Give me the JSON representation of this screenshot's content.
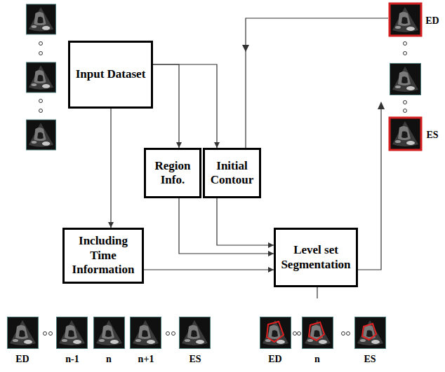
{
  "diagram": {
    "nodes": [
      {
        "text": [
          "Input Dataset"
        ]
      },
      {
        "text": [
          "Region Info."
        ]
      },
      {
        "text": [
          "Initial Contour"
        ]
      },
      {
        "text": [
          "Including Time Information"
        ]
      },
      {
        "text": [
          "Level set Segmentation"
        ]
      }
    ],
    "edges": [
      {
        "from": 0,
        "to": 1,
        "arrow": "to"
      },
      {
        "from": 0,
        "to": 2,
        "arrow": "to"
      },
      {
        "from": 0,
        "to": 3,
        "arrow": "to"
      },
      {
        "from": 1,
        "to": 4,
        "arrow": "to"
      },
      {
        "from": 2,
        "to": 4,
        "arrow": "to"
      },
      {
        "from": 3,
        "to": 4,
        "arrow": "to"
      }
    ],
    "labels": [
      "ED",
      "ES",
      "ED",
      "n-1",
      "n",
      "n+1",
      "ES",
      "ED",
      "n",
      "ES"
    ]
  }
}
